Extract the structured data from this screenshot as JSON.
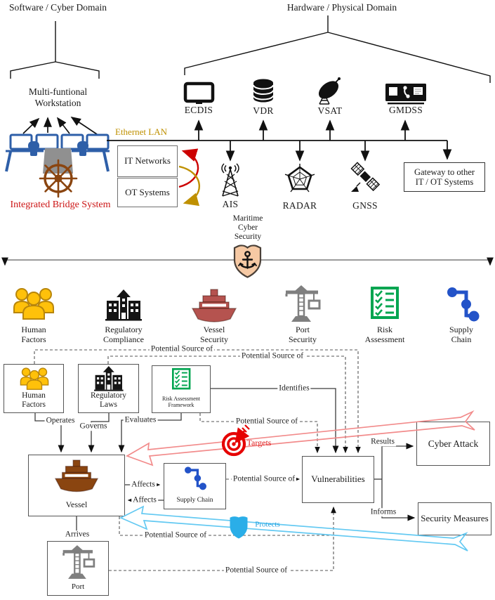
{
  "colors": {
    "gold": "#BF9000",
    "red": "#CC0000",
    "monitor_blue": "#2E5FA8",
    "brown": "#8A4510",
    "people_yellow": "#FFC10A",
    "green": "#00A550",
    "chain_blue": "#2353C8",
    "crane_gray": "#7F7F7F",
    "shield_peach": "#F6C9A4",
    "protect_cyan": "#2AAEE8",
    "target_red": "#E60000",
    "big_arrow_red": "#F28B8B",
    "big_arrow_blue": "#63C9F2"
  },
  "icons": [
    "workstation-monitor",
    "chair",
    "console",
    "ship-wheel",
    "monitor",
    "database",
    "satellite-dish",
    "radio-console",
    "antenna-tower",
    "radar-pentagon",
    "satellite",
    "shield-anchor",
    "people-group",
    "institution-building",
    "ship",
    "harbor-crane",
    "checklist",
    "supply-chain-nodes",
    "bullseye-target",
    "protect-shield"
  ],
  "top": {
    "software_domain": "Software / Cyber Domain",
    "hardware_domain": "Hardware / Physical Domain",
    "workstation": [
      "Multi-funtional",
      "Workstation"
    ],
    "ibs": "Integrated Bridge System",
    "ethernet_lan": "Ethernet LAN",
    "it_networks": "IT Networks",
    "ot_systems": "OT Systems",
    "devices_top": [
      "ECDIS",
      "VDR",
      "VSAT",
      "GMDSS"
    ],
    "devices_bottom": [
      "AIS",
      "RADAR",
      "GNSS"
    ],
    "gateway": [
      "Gateway to other",
      "IT / OT Systems"
    ]
  },
  "center": {
    "mcs": [
      "Maritime",
      "Cyber",
      "Security"
    ]
  },
  "categories": [
    {
      "l1": "Human",
      "l2": "Factors"
    },
    {
      "l1": "Regulatory",
      "l2": "Compliance"
    },
    {
      "l1": "Vessel",
      "l2": "Security"
    },
    {
      "l1": "Port",
      "l2": "Security"
    },
    {
      "l1": "Risk",
      "l2": "Assessment"
    },
    {
      "l1": "Supply",
      "l2": "Chain"
    }
  ],
  "flowchart": {
    "boxes": {
      "human_factors": [
        "Human",
        "Factors"
      ],
      "regulatory_laws": [
        "Regulatory",
        "Laws"
      ],
      "risk_assessment_framework": [
        "Risk Assessment",
        "Framework"
      ],
      "vessel": "Vessel",
      "supply_chain": "Supply Chain",
      "vulnerabilities": "Vulnerabilities",
      "cyber_attack": "Cyber Attack",
      "security_measures": "Security Measures",
      "port": "Port"
    },
    "edges": {
      "operates": "Operates",
      "governs": "Governs",
      "evaluates": "Evaluates",
      "identifies": "Identifies",
      "targets": "Targets",
      "affects": "Affects",
      "results": "Results",
      "informs": "Informs",
      "arrives": "Arrives",
      "protects": "Protects",
      "potential_source": "Potential Source of"
    }
  }
}
